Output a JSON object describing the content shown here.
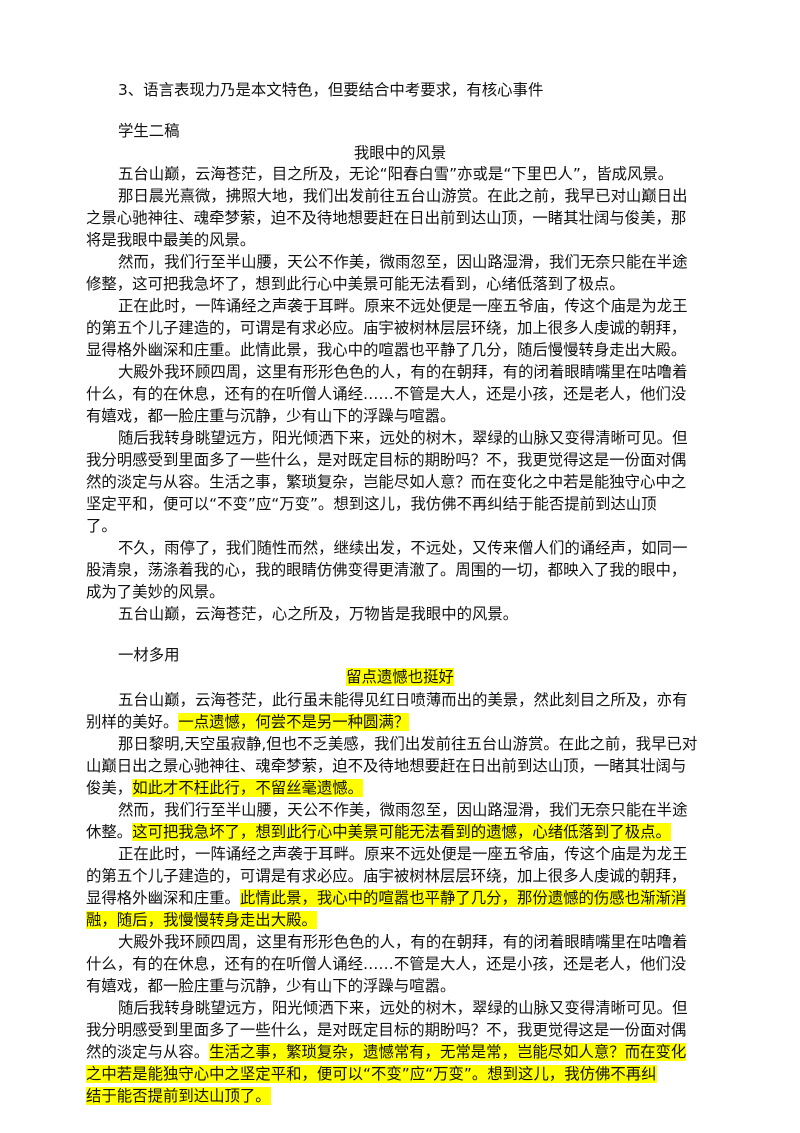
{
  "doc": {
    "intro_note": "3、语言表现力乃是本文特色，但要结合中考要求，有核心事件",
    "draft2": {
      "section_label": "学生二稿",
      "title": "我眼中的风景",
      "lines": [
        "五台山巅，云海苍茫，目之所及，无论“阳春白雪”亦或是“下里巴人”，皆成风景。",
        "那日晨光熹微，拂照大地，我们出发前往五台山游赏。在此之前，我早已对山巅日出",
        "之景心驰神往、魂牵梦萦，迫不及待地想要赶在日出前到达山顶，一睹其壮阔与俊美，那",
        "将是我眼中最美的风景。",
        "然而，我们行至半山腰，天公不作美，微雨忽至，因山路湿滑，我们无奈只能在半途",
        "修整，这可把我急坏了，想到此行心中美景可能无法看到，心绪低落到了极点。",
        "正在此时，一阵诵经之声袭于耳畔。原来不远处便是一座五爷庙，传这个庙是为龙王",
        "的第五个儿子建造的，可谓是有求必应。庙宇被树林层层环绕，加上很多人虔诚的朝拜，",
        "显得格外幽深和庄重。此情此景，我心中的喧嚣也平静了几分，随后慢慢转身走出大殿。",
        "大殿外我环顾四周，这里有形形色色的人，有的在朝拜，有的闭着眼睛嘴里在咕噜着",
        "什么，有的在休息，还有的在听僧人诵经……不管是大人，还是小孩，还是老人，他们没",
        "有嬉戏，都一脸庄重与沉静，少有山下的浮躁与喧嚣。",
        "随后我转身眺望远方，阳光倾洒下来，远处的树木，翠绿的山脉又变得清晰可见。但",
        "我分明感受到里面多了一些什么，是对既定目标的期盼吗？不，我更觉得这是一份面对偶",
        "然的淡定与从容。生活之事，繁琐复杂，岂能尽如人意？而在变化之中若是能独守心中之",
        "坚定平和，便可以“不变”应“万变”。想到这儿，我仿佛不再纠结于能否提前到达山顶",
        "了。",
        "不久，雨停了，我们随性而然，继续出发，不远处，又传来僧人们的诵经声，如同一",
        "股清泉，荡涤着我的心，我的眼睛仿佛变得更清澈了。周围的一切，都映入了我的眼中，",
        "成为了美妙的风景。",
        "五台山巅，云海苍茫，心之所及，万物皆是我眼中的风景。"
      ]
    },
    "reuse": {
      "section_label": "一材多用",
      "title": "留点遗憾也挺好",
      "lines": [
        {
          "a": "五台山巅，云海苍茫，此行虽未能得见红日喷薄而出的美景，然此刻目之所及，亦有",
          "b": ""
        },
        {
          "a": "别样的美好。",
          "b": "一点遗憾，何尝不是另一种圆满？"
        },
        {
          "a": "那日黎明,天空虽寂静,但也不乏美感，我们出发前往五台山游赏。在此之前，我早已对",
          "b": ""
        },
        {
          "a": "山巅日出之景心驰神往、魂牵梦萦，迫不及待地想要赶在日出前到达山顶，一睹其壮阔与",
          "b": ""
        },
        {
          "a": "俊美，",
          "b": "如此才不枉此行，不留丝毫遗憾。"
        },
        {
          "a": "然而，我们行至半山腰，天公不作美，微雨忽至，因山路湿滑，我们无奈只能在半途",
          "b": ""
        },
        {
          "a": "休整。",
          "b": "这可把我急坏了，想到此行心中美景可能无法看到的遗憾，心绪低落到了极点。"
        },
        {
          "a": "正在此时，一阵诵经之声袭于耳畔。原来不远处便是一座五爷庙，传这个庙是为龙王",
          "b": ""
        },
        {
          "a": "的第五个儿子建造的，可谓是有求必应。庙宇被树林层层环绕，加上很多人虔诚的朝拜，",
          "b": ""
        },
        {
          "a": "显得格外幽深和庄重。",
          "b": "此情此景，我心中的喧嚣也平静了几分，那份遗憾的伤感也渐渐消"
        },
        {
          "a": "",
          "b": "融，随后，我慢慢转身走出大殿。"
        },
        {
          "a": "大殿外我环顾四周，这里有形形色色的人，有的在朝拜，有的闭着眼睛嘴里在咕噜着",
          "b": ""
        },
        {
          "a": "什么，有的在休息，还有的在听僧人诵经……不管是大人，还是小孩，还是老人，他们没",
          "b": ""
        },
        {
          "a": "有嬉戏，都一脸庄重与沉静，少有山下的浮躁与喧嚣。",
          "b": ""
        },
        {
          "a": "随后我转身眺望远方，阳光倾洒下来，远处的树木，翠绿的山脉又变得清晰可见。但",
          "b": ""
        },
        {
          "a": "我分明感受到里面多了一些什么，是对既定目标的期盼吗？不，我更觉得这是一份面对偶",
          "b": ""
        },
        {
          "a": "然的淡定与从容。",
          "b": "生活之事，繁琐复杂，遗憾常有，无常是常，岂能尽如人意？而在变化"
        },
        {
          "a": "",
          "b": "之中若是能独守心中之坚定平和，便可以“不变”应“万变”。想到这儿，我仿佛不再纠"
        },
        {
          "a": "",
          "b": "结于能否提前到达山顶了。"
        }
      ]
    },
    "colors": {
      "highlight": "#ffff00",
      "text": "#111111"
    }
  }
}
